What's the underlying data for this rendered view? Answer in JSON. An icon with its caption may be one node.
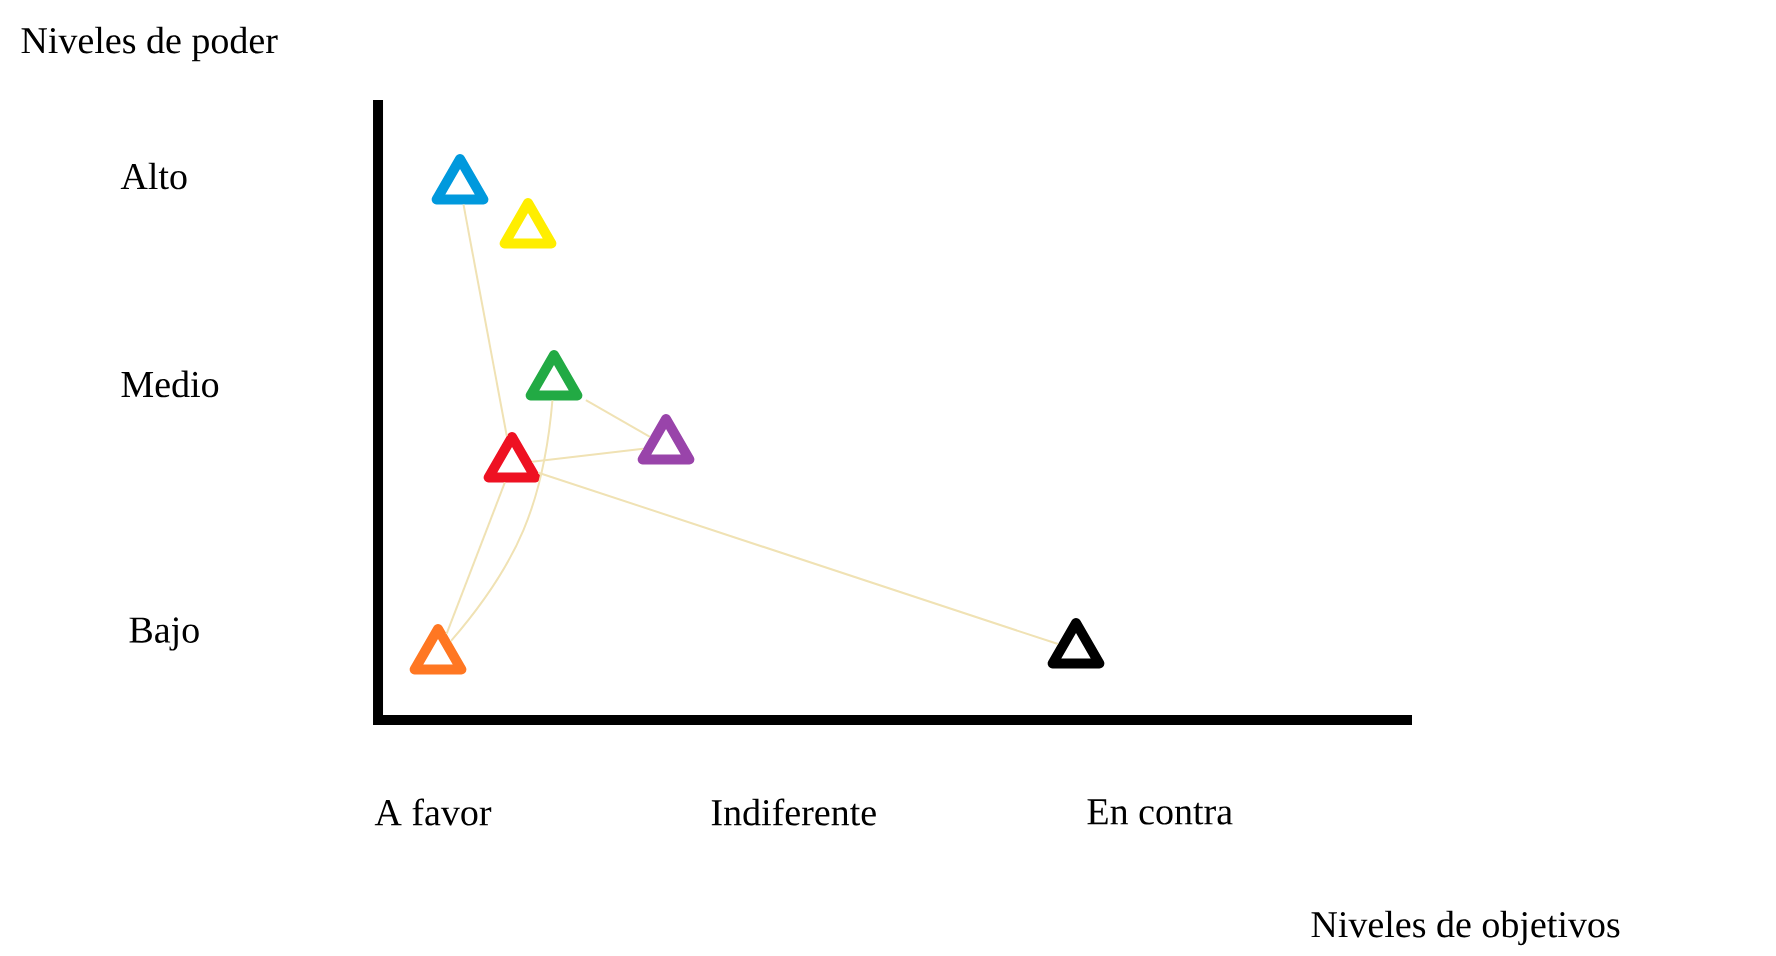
{
  "diagram": {
    "nodes": [
      {
        "text": [],
        "shape": "triangle"
      },
      {
        "text": [],
        "shape": "triangle"
      },
      {
        "text": [],
        "shape": "triangle"
      },
      {
        "text": [],
        "shape": "triangle"
      },
      {
        "text": [],
        "shape": "triangle"
      },
      {
        "text": [],
        "shape": "triangle"
      },
      {
        "text": [],
        "shape": "triangle"
      }
    ],
    "edges": [
      {
        "from": 0,
        "to": 4,
        "arrow": "none"
      },
      {
        "from": 2,
        "to": 3,
        "arrow": "none"
      },
      {
        "from": 4,
        "to": 3,
        "arrow": "none"
      },
      {
        "from": 4,
        "to": 6,
        "arrow": "none"
      },
      {
        "from": 5,
        "to": 4,
        "arrow": "none"
      },
      {
        "from": 5,
        "to": 2,
        "arrow": "none"
      }
    ],
    "labels": [
      "Niveles de poder",
      "Alto",
      "Medio",
      "Bajo",
      "A favor",
      "Indiferente",
      "En contra",
      "Niveles de objetivos"
    ]
  }
}
